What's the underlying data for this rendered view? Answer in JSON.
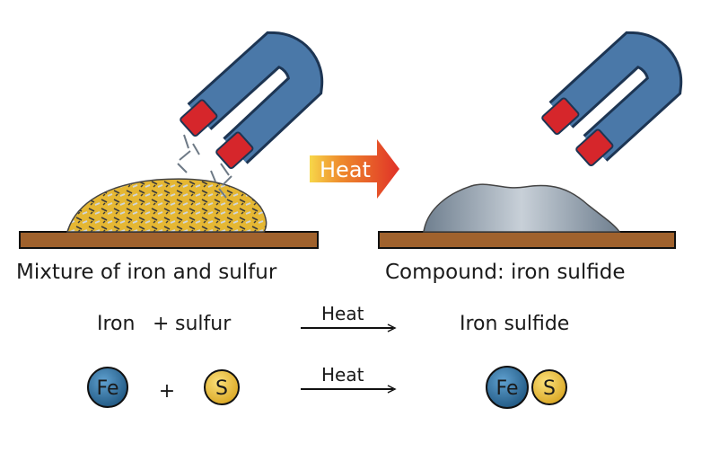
{
  "heat_badge": "Heat",
  "left_caption": "Mixture of iron and sulfur",
  "right_caption": "Compound: iron sulfide",
  "word_equation": {
    "reactant1": "Iron",
    "plus": "+",
    "reactant2": "sulfur",
    "arrow_label": "Heat",
    "product": "Iron sulfide"
  },
  "symbol_equation": {
    "iron_symbol": "Fe",
    "plus": "+",
    "sulfur_symbol": "S",
    "arrow_label": "Heat",
    "product_fe": "Fe",
    "product_s": "S"
  },
  "colors": {
    "magnet_body": "#4a78a8",
    "magnet_pole": "#d6262b",
    "bench": "#a0622d",
    "sulfur": "#e5b733",
    "iron_atom": "#2e6fa0",
    "sulfur_atom": "#f0c23a",
    "heat_arrow": "#e03127",
    "compound": "#8a98a6"
  }
}
